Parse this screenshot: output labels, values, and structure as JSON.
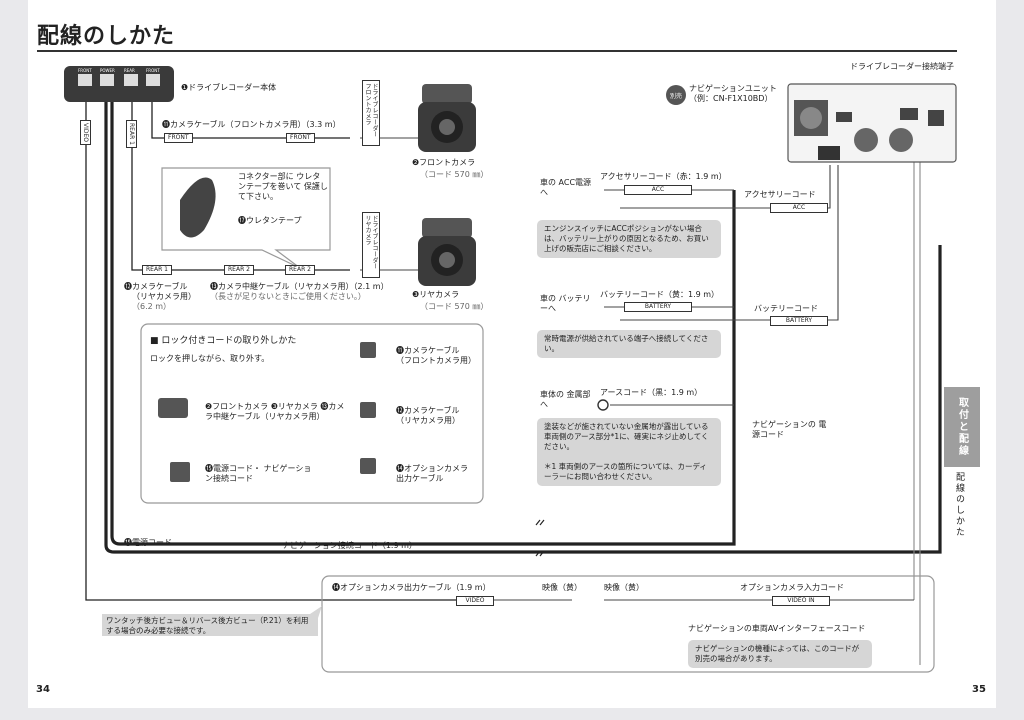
{
  "header": {
    "title": "配線のしかた"
  },
  "page_numbers": {
    "left": "34",
    "right": "35"
  },
  "side_tab": {
    "label": "取付と配線",
    "section": "配線のしかた"
  },
  "recorder": {
    "name": "❶ドライブレコーダー本体",
    "port_labels": [
      "FRONT",
      "POWER",
      "REAR",
      "FRONT"
    ]
  },
  "front_cable": {
    "label": "⓫カメラケーブル（フロントカメラ用）",
    "length": "（3.3 m）",
    "tag": "FRONT"
  },
  "front_camera": {
    "label": "❷フロントカメラ",
    "cord": "（コード 570 ㎜）",
    "side_tag": "ドライブレコーダー フロントカメラ"
  },
  "rear_camera": {
    "label": "❸リヤカメラ",
    "cord": "（コード 570 ㎜）",
    "side_tag": "ドライブレコーダー リヤカメラ"
  },
  "rear_cable": {
    "label": "⓬カメラケーブル",
    "label2": "（リヤカメラ用）",
    "length": "（6.2 m）",
    "tag": "REAR 1"
  },
  "relay_cable": {
    "label": "⓭カメラ中継ケーブル（リヤカメラ用）",
    "length": "（2.1 m）",
    "note": "（長さが足りないときにご使用ください。）",
    "tag": "REAR 2"
  },
  "connector_callout": {
    "text": "コネクター部に ウレタンテープを巻いて 保護して下さい。",
    "tape_label": "⓱ウレタンテープ"
  },
  "lock_box": {
    "title": "■ ロック付きコードの取り外しかた",
    "instruction": "ロックを押しながら、取り外す。",
    "items": [
      {
        "label": "❷フロントカメラ ❸リヤカメラ ⓭カメラ中継ケーブル（リヤカメラ用）"
      },
      {
        "label": "⓫カメラケーブル （フロントカメラ用）"
      },
      {
        "label": "⓬カメラケーブル （リヤカメラ用）"
      },
      {
        "label": "⓯電源コード・ ナビゲーション接続コード"
      },
      {
        "label": "⓮オプションカメラ 出力ケーブル"
      }
    ]
  },
  "vert_tags": {
    "video": "VIDEO",
    "rear": "REAR 1"
  },
  "nav_unit": {
    "label": "ナビゲーションユニット",
    "model": "（例：CN-F1X10BD）",
    "bessou": "別売",
    "recorder_port": "ドライブレコーダー接続端子"
  },
  "acc": {
    "vehicle": "車の ACC電源へ",
    "cord_label": "アクセサリーコード（赤：1.9 m）",
    "tag": "ACC",
    "nav_cord_label": "アクセサリーコード",
    "nav_tag": "ACC",
    "note": "エンジンスイッチにACCポジションがない場合は、バッテリー上がりの原因となるため、お買い上げの販売店にご相談ください。"
  },
  "battery": {
    "vehicle": "車の バッテリーへ",
    "cord_label": "バッテリーコード（黄：1.9 m）",
    "tag": "BATTERY",
    "nav_cord_label": "バッテリーコード",
    "nav_tag": "BATTERY",
    "note": "常時電源が供給されている端子へ接続してください。"
  },
  "ground": {
    "vehicle": "車体の 金属部へ",
    "cord_label": "アースコード（黒：1.9 m）",
    "note": "塗装などが施されていない金属地が露出している車両側のアース部分*1に、確実にネジ止めしてください。",
    "footnote": "＊1 車両側のアースの箇所については、カーディーラーにお問い合わせください。"
  },
  "nav_power_cord": "ナビゲーションの 電源コード",
  "power_cord": "⓯電源コード",
  "nav_connect_cord": "ナビゲーション接続コード（1.9 m）",
  "option_box": {
    "out_cable": "⓮オプションカメラ出力ケーブル（1.9 m）",
    "video_label": "映像（黄）",
    "video_label2": "映像（黄）",
    "video_tag": "VIDEO",
    "in_cord": "オプションカメラ入力コード",
    "in_tag": "VIDEO IN",
    "av_cord": "ナビゲーションの車両AVインターフェースコード",
    "av_note": "ナビゲーションの機種によっては、このコードが別売の場合があります。"
  },
  "left_note": "ワンタッチ後方ビュー＆リバース後方ビュー（P.21）を利用する場合のみ必要な接続です。"
}
